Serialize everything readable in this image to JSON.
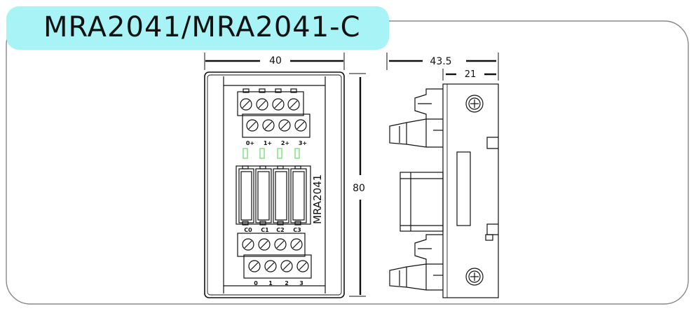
{
  "title": "MRA2041/MRA2041-C",
  "dimensions": {
    "width": "40",
    "height": "80",
    "depth": "43.5",
    "rail_depth": "21"
  },
  "module": {
    "side_label": "MRA2041",
    "top_terminals": [
      "0+",
      "1+",
      "2+",
      "3+"
    ],
    "common_terminals": [
      "C0",
      "C1",
      "C2",
      "C3"
    ],
    "bottom_terminals": [
      "0",
      "1",
      "2",
      "3"
    ],
    "led_color": "#7be07b"
  },
  "colors": {
    "title_tab": "#a8f3f6",
    "outline": "#888888",
    "line": "#111111"
  }
}
